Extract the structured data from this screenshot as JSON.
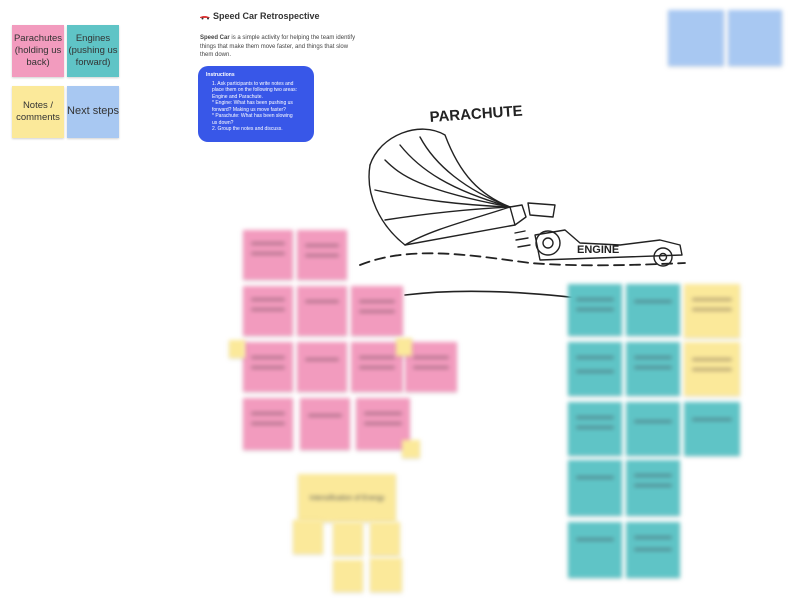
{
  "board": {
    "title": "Speed Car Retrospective",
    "description_lead": "Speed Car",
    "description_rest": " is a simple activity for helping the team identify things that make them move faster, and things that slow them down.",
    "instructions": {
      "heading": "Instructions",
      "lines": [
        "1. Ask participants to write notes and",
        "place them on the following two areas:",
        "Engine and Parachute.",
        "* Engine: What has been pushing us",
        "forward? Making us move faster?",
        "* Parachute: What has been slowing",
        "us down?",
        "2. Group the notes and discuss."
      ]
    }
  },
  "legend": [
    {
      "label": "Parachutes (holding us back)",
      "color": "#f29bbe"
    },
    {
      "label": "Engines (pushing us forward)",
      "color": "#5fc4c6"
    },
    {
      "label": "Notes / comments",
      "color": "#fbe99a"
    },
    {
      "label": "Next steps",
      "color": "#a8c8f2"
    }
  ],
  "drawing": {
    "parachute_label": "PARACHUTE",
    "engine_label": "ENGINE"
  },
  "clusters": {
    "bottom_center_heading": "Intensification of Energy"
  },
  "colors": {
    "pink": "#f29bbe",
    "teal": "#5fc4c6",
    "yellow": "#fbe99a",
    "blue": "#a8c8f2",
    "instructions_bg": "#3857e8"
  }
}
